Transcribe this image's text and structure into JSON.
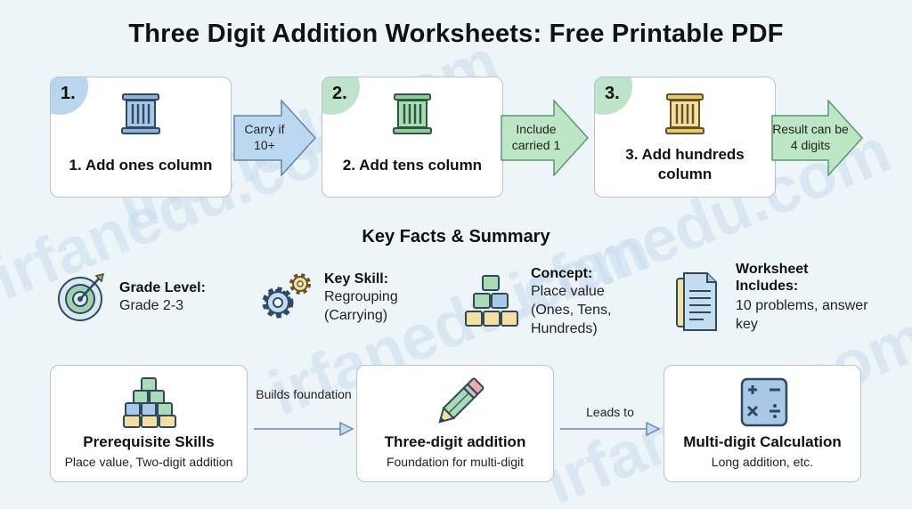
{
  "title": "Three Digit Addition Worksheets: Free Printable PDF",
  "watermark": "irfanedu.com",
  "colors": {
    "blue": "#b9d6ee",
    "green": "#bfe3c8",
    "yellow": "#f5dfa0",
    "arrow_blue": "#bcd8f0",
    "arrow_green": "#bde6c7"
  },
  "steps": [
    {
      "number": "1.",
      "label": "1. Add ones column",
      "icon": "column-pillar-blue-icon"
    },
    {
      "number": "2.",
      "label": "2. Add tens column",
      "icon": "column-pillar-green-icon"
    },
    {
      "number": "3.",
      "label": "3. Add hundreds column",
      "icon": "column-pillar-yellow-icon"
    }
  ],
  "step_arrows": [
    {
      "text": "Carry if 10+"
    },
    {
      "text": "Include carried 1"
    },
    {
      "text": "Result can be 4 digits"
    }
  ],
  "key_facts_title": "Key Facts & Summary",
  "facts": [
    {
      "title": "Grade Level:",
      "value": "Grade 2-3",
      "icon": "target-icon"
    },
    {
      "title": "Key Skill:",
      "value": "Regrouping (Carrying)",
      "icon": "gears-icon"
    },
    {
      "title": "Concept:",
      "value": "Place value (Ones, Tens, Hundreds)",
      "icon": "blocks-icon"
    },
    {
      "title": "Worksheet Includes:",
      "value": "10 problems, answer key",
      "icon": "document-icon"
    }
  ],
  "flow": [
    {
      "title": "Prerequisite Skills",
      "subtitle": "Place value, Two-digit addition",
      "icon": "stacked-blocks-icon"
    },
    {
      "title": "Three-digit addition",
      "subtitle": "Foundation for multi-digit",
      "icon": "pencil-icon"
    },
    {
      "title": "Multi-digit Calculation",
      "subtitle": "Long addition, etc.",
      "icon": "calculator-icon"
    }
  ],
  "flow_connectors": [
    {
      "text": "Builds foundation"
    },
    {
      "text": "Leads to"
    }
  ]
}
